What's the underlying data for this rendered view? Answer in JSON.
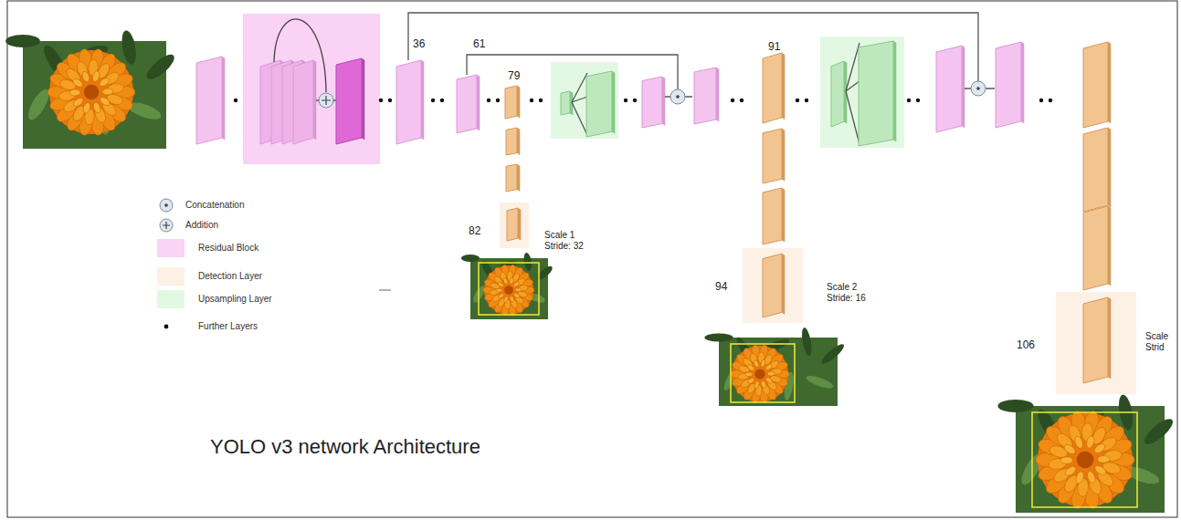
{
  "diagram": {
    "title": "YOLO v3 network Architecture",
    "labels": [
      "36",
      "61",
      "79",
      "91",
      "82",
      "Scale 1 Stride: 32",
      "94",
      "Scale 2 Stride: 16",
      "106",
      "Scale Strid"
    ],
    "legend": [
      {
        "text": "Concatenation"
      },
      {
        "text": "Addition"
      },
      {
        "text": "Residual Block",
        "color": "#fbd3f7"
      },
      {
        "text": "Detection Layer",
        "color": "#fdf0e4"
      },
      {
        "text": "Upsampling Layer",
        "color": "#e3f8e3"
      },
      {
        "text": "Further Layers"
      }
    ]
  }
}
